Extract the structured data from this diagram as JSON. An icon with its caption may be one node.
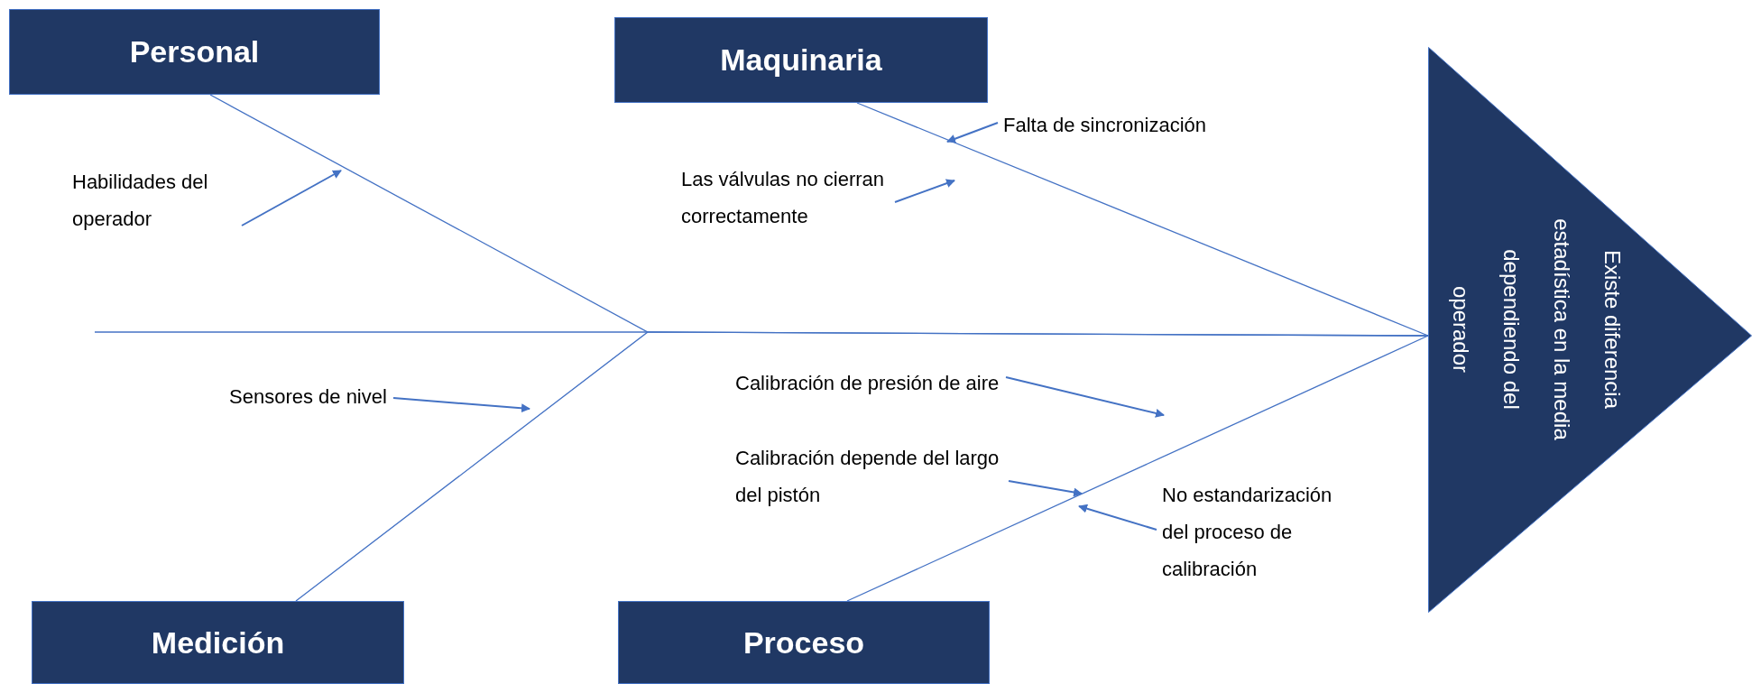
{
  "diagram": {
    "nodes": [
      {
        "text": [
          "Personal"
        ]
      },
      {
        "text": [
          "Maquinaria"
        ]
      },
      {
        "text": [
          "Medición"
        ]
      },
      {
        "text": [
          "Proceso"
        ]
      },
      {
        "text": [
          "Existe diferencia estadística en la media dependiendo del operador"
        ]
      },
      {
        "text": [
          "Habilidades del operador"
        ]
      },
      {
        "text": [
          "Falta de sincronización"
        ]
      },
      {
        "text": [
          "Las válvulas no cierran correctamente"
        ]
      },
      {
        "text": [
          "Sensores de nivel"
        ]
      },
      {
        "text": [
          "Calibración de presión de aire"
        ]
      },
      {
        "text": [
          "Calibración depende del largo del pistón"
        ]
      },
      {
        "text": [
          "No estandarización del proceso de calibración"
        ]
      }
    ],
    "edges": [
      {
        "from": 0,
        "to": 4,
        "arrow": "none"
      },
      {
        "from": 2,
        "to": 4,
        "arrow": "none"
      },
      {
        "from": 1,
        "to": 4,
        "arrow": "none"
      },
      {
        "from": 3,
        "to": 4,
        "arrow": "none"
      },
      {
        "from": 5,
        "to": null,
        "arrow": "to"
      },
      {
        "from": 6,
        "to": null,
        "arrow": "to"
      },
      {
        "from": 7,
        "to": null,
        "arrow": "to"
      },
      {
        "from": 8,
        "to": null,
        "arrow": "to"
      },
      {
        "from": 9,
        "to": null,
        "arrow": "to"
      },
      {
        "from": 10,
        "to": null,
        "arrow": "to"
      },
      {
        "from": 11,
        "to": null,
        "arrow": "to"
      }
    ]
  }
}
